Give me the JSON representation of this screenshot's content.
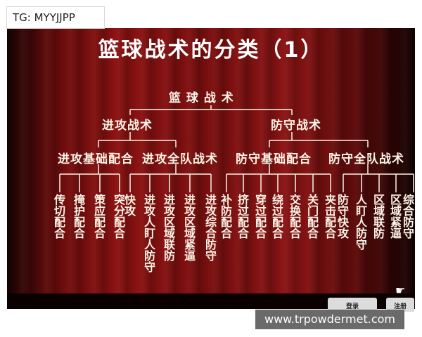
{
  "watermark_top": "TG: MYYJJPP",
  "watermark_bottom": "www.trpowdermet.com",
  "title": "篮球战术的分类（1）",
  "root": "篮 球 战 术",
  "level1": {
    "offense": "进攻战术",
    "defense": "防守战术"
  },
  "level2": {
    "offense_basic": "进攻基础配合",
    "offense_team": "进攻全队战术",
    "defense_basic": "防守基础配合",
    "defense_team": "防守全队战术"
  },
  "leaves": {
    "offense_basic": [
      "传切配合",
      "掩护配合",
      "策应配合",
      "突分配合"
    ],
    "offense_team": [
      "快攻",
      "进攻人盯人防守",
      "进攻区域联防",
      "进攻区域紧逼",
      "进攻综合防守"
    ],
    "defense_basic": [
      "补防配合",
      "挤过配合",
      "穿过配合",
      "绕过配合",
      "交换配合",
      "关门配合",
      "夹击配合"
    ],
    "defense_team": [
      "防守快攻",
      "人盯人防守",
      "区域联防",
      "区域紧逼",
      "综合防守"
    ]
  },
  "buttons": {
    "left": "登录",
    "right": "注册"
  },
  "colors": {
    "curtain": "#8c1212",
    "text": "#fdf3e6"
  }
}
